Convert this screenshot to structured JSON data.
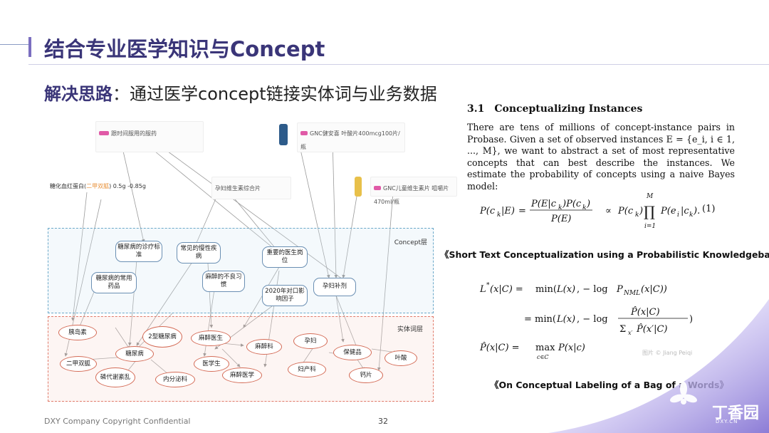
{
  "slide": {
    "title": "结合专业医学知识与Concept",
    "subtitle_label": "解决思路",
    "subtitle_sep": "：",
    "subtitle_text": "通过医学concept链接实体词与业务数据"
  },
  "diagram": {
    "products": [
      {
        "tag": "",
        "text": "跟时间服用的服药"
      },
      {
        "tag": "",
        "text": "GNC健安喜 叶酸片400mcg100片/瓶"
      },
      {
        "tag": "",
        "text": "孕妇维生素综合片"
      },
      {
        "tag": "",
        "text": "GNC儿童维生素片 咀嚼片470ml/瓶"
      }
    ],
    "annotation": {
      "prefix": "糖化血红蛋白(",
      "highlight": "二甲双胍",
      "suffix": ") 0.5g -0.85g"
    },
    "zone_concept_label": "Concept层",
    "zone_entity_label": "实体词层",
    "concept_nodes": [
      "糖尿病的诊疗标准",
      "常见的慢性疾病",
      "重要的医生岗位",
      "糖尿病的常用药品",
      "麻醉的不良习惯",
      "2020年对口影响因子",
      "孕妇补剂"
    ],
    "entity_nodes": [
      "胰岛素",
      "2型糖尿病",
      "麻醉医生",
      "麻醉科",
      "孕妇",
      "二甲双胍",
      "糖尿病",
      "医学生",
      "麻醉医学",
      "保健品",
      "叶酸",
      "磷代谢紊乱",
      "内分泌科",
      "妇产科",
      "钙片"
    ]
  },
  "paper": {
    "section_num": "3.1",
    "section_title": "Conceptualizing Instances",
    "body": "There are tens of millions of concept-instance pairs in Probase. Given a set of observed instances E = {e_i, i ∈ 1, ..., M}, we want to abstract a set of most representative concepts that can best describe the instances. We estimate the probability of concepts using a naive Bayes model:",
    "eq_number": "(1)",
    "ref1": "《Short Text Conceptualization using a Probabilistic Knowledgebase》",
    "watermark": "图片 © Jiang Peiqi",
    "ref2": "《On Conceptual Labeling of a Bag of a Words》"
  },
  "footer": {
    "copyright": "DXY Company Copyright Confidential",
    "page": "32",
    "logo": "丁香园",
    "logo_sub": "DXY.CN"
  },
  "colors": {
    "title": "#3a3578",
    "concept_border": "#6a8fb3",
    "entity_border": "#d46b56",
    "corner_gradient": "#8c7cd6"
  }
}
